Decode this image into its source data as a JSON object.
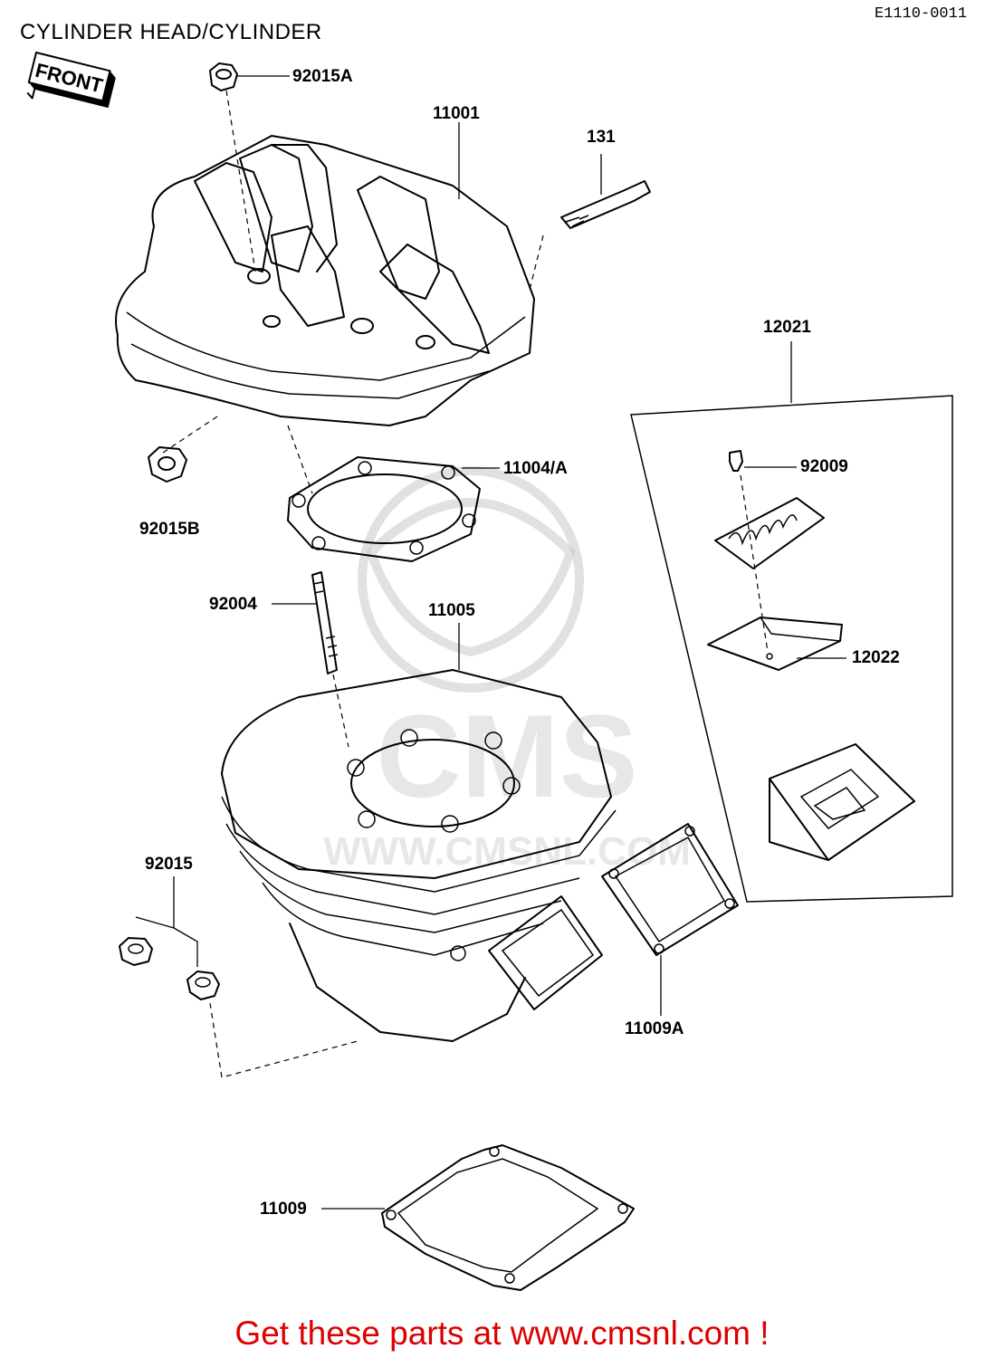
{
  "header": {
    "title": "CYLINDER HEAD/CYLINDER",
    "diagram_code": "E1110-0011"
  },
  "front_marker": {
    "label": "FRONT"
  },
  "watermark": {
    "text": "WWW.CMSNL.COM",
    "logo_text": "CMS"
  },
  "parts": [
    {
      "key": "p92015A",
      "label": "92015A"
    },
    {
      "key": "p11001",
      "label": "11001"
    },
    {
      "key": "p131",
      "label": "131"
    },
    {
      "key": "p12021",
      "label": "12021"
    },
    {
      "key": "p11004A",
      "label": "11004/A"
    },
    {
      "key": "p92009",
      "label": "92009"
    },
    {
      "key": "p92015B",
      "label": "92015B"
    },
    {
      "key": "p92004",
      "label": "92004"
    },
    {
      "key": "p11005",
      "label": "11005"
    },
    {
      "key": "p12022",
      "label": "12022"
    },
    {
      "key": "p92015",
      "label": "92015"
    },
    {
      "key": "p11009A",
      "label": "11009A"
    },
    {
      "key": "p11009",
      "label": "11009"
    }
  ],
  "footer": {
    "cta_text": "Get these parts at www.cmsnl.com !",
    "cta_color": "#dd0000"
  }
}
